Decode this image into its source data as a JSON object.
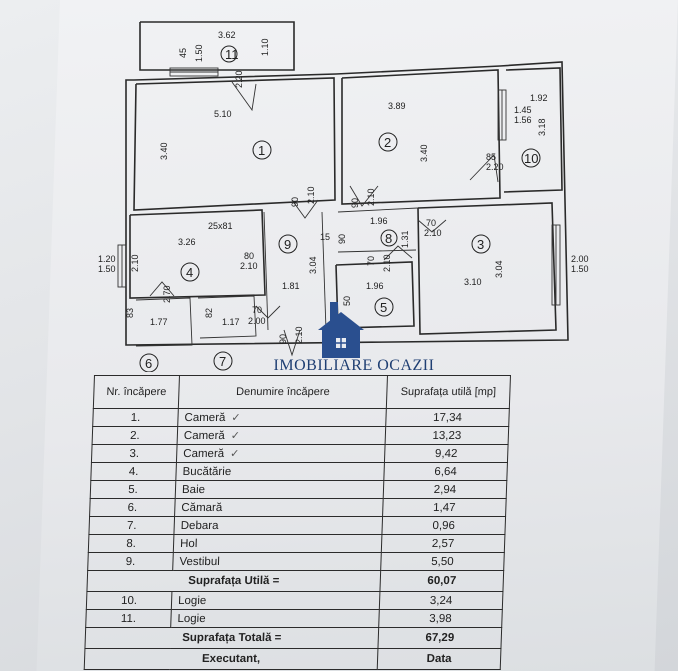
{
  "plan": {
    "room_numbers": [
      "1",
      "2",
      "3",
      "4",
      "5",
      "6",
      "7",
      "8",
      "9",
      "10",
      "11"
    ],
    "dimensions": {
      "d_3_62": "3.62",
      "d_45": "45",
      "d_1_50": "1.50",
      "d_1_10": "1.10",
      "d_2_20a": "2.20",
      "d_5_10": "5.10",
      "d_3_40a": "3.40",
      "d_3_89": "3.89",
      "d_3_40b": "3.40",
      "d_1_92": "1.92",
      "d_1_45": "1.45",
      "d_1_56": "1.56",
      "d_3_18": "3.18",
      "d_85": "85",
      "d_2_20b": "2.20",
      "d_90a": "90",
      "d_2_10a": "2.10",
      "d_90b": "90",
      "d_2_10b": "2.10",
      "d_25x81": "25x81",
      "d_1_96a": "1.96",
      "d_70a": "70",
      "d_2_10c": "2.10",
      "d_15": "15",
      "d_90c": "90",
      "d_1_31": "1.31",
      "d_3_26": "3.26",
      "d_80": "80",
      "d_2_10d": "2.10",
      "d_1_20": "1.20",
      "d_1_50b": "1.50",
      "d_2_10e": "2.10",
      "d_3_04a": "3.04",
      "d_70b": "70",
      "d_2_10f": "2.10",
      "d_3_04b": "3.04",
      "d_2_00a": "2.00",
      "d_1_50c": "1.50",
      "d_1_81": "1.81",
      "d_1_96b": "1.96",
      "d_3_10": "3.10",
      "d_50": "50",
      "d_2_70": "2.70",
      "d_83": "83",
      "d_1_77": "1.77",
      "d_82": "82",
      "d_1_17": "1.17",
      "d_70c": "70",
      "d_2_00b": "2.00",
      "d_90d": "90",
      "d_2_10g": "2.10"
    }
  },
  "watermark": {
    "text": "IMOBILIARE OCAZII"
  },
  "table": {
    "header": {
      "nr": "Nr. încăpere",
      "name": "Denumire încăpere",
      "area": "Suprafața utilă [mp]"
    },
    "rooms": [
      {
        "nr": "1.",
        "name": "Cameră",
        "area": "17,34",
        "tick": "✓"
      },
      {
        "nr": "2.",
        "name": "Cameră",
        "area": "13,23",
        "tick": "✓"
      },
      {
        "nr": "3.",
        "name": "Cameră",
        "area": "9,42",
        "tick": "✓"
      },
      {
        "nr": "4.",
        "name": "Bucătărie",
        "area": "6,64",
        "tick": ""
      },
      {
        "nr": "5.",
        "name": "Baie",
        "area": "2,94",
        "tick": ""
      },
      {
        "nr": "6.",
        "name": "Cămară",
        "area": "1,47",
        "tick": ""
      },
      {
        "nr": "7.",
        "name": "Debara",
        "area": "0,96",
        "tick": ""
      },
      {
        "nr": "8.",
        "name": "Hol",
        "area": "2,57",
        "tick": ""
      },
      {
        "nr": "9.",
        "name": "Vestibul",
        "area": "5,50",
        "tick": ""
      }
    ],
    "useful_total": {
      "label": "Suprafața Utilă =",
      "value": "60,07"
    },
    "loggias": [
      {
        "nr": "10.",
        "name": "Logie",
        "area": "3,24"
      },
      {
        "nr": "11.",
        "name": "Logie",
        "area": "3,98"
      }
    ],
    "grand_total": {
      "label": "Suprafața Totală =",
      "value": "67,29"
    },
    "footer": {
      "left": "Executant,",
      "right": "Data"
    }
  }
}
